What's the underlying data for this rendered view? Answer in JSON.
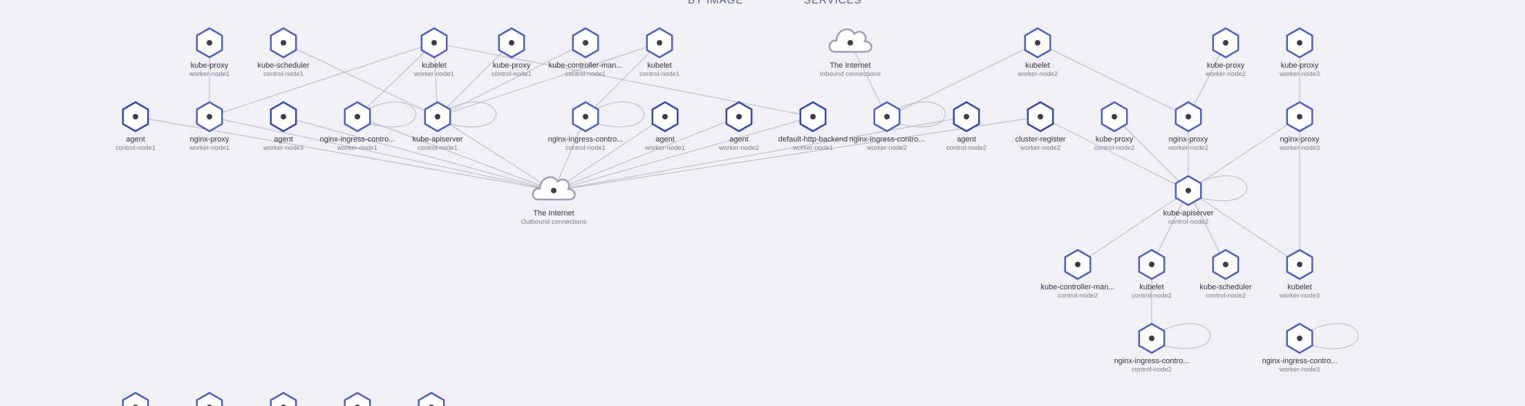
{
  "header": {
    "tab_image": "BY IMAGE",
    "tab_services": "SERVICES"
  },
  "nodes": [
    {
      "id": "kp1",
      "type": "hex",
      "name": "kube-proxy",
      "sub": "worker-node1"
    },
    {
      "id": "ks1",
      "type": "hex",
      "name": "kube-scheduler",
      "sub": "control-node1"
    },
    {
      "id": "kl_w1",
      "type": "hex",
      "name": "kubelet",
      "sub": "worker-node1"
    },
    {
      "id": "kp_c1",
      "type": "hex",
      "name": "kube-proxy",
      "sub": "control-node1"
    },
    {
      "id": "kcm1",
      "type": "hex",
      "name": "kube-controller-man...",
      "sub": "control-node1"
    },
    {
      "id": "kl_c1",
      "type": "hex",
      "name": "kubelet",
      "sub": "control-node1"
    },
    {
      "id": "inet_in",
      "type": "cloud",
      "name": "The Internet",
      "sub": "Inbound connections"
    },
    {
      "id": "kl_w2",
      "type": "hex",
      "name": "kubelet",
      "sub": "worker-node2"
    },
    {
      "id": "kp_w2",
      "type": "hex",
      "name": "kube-proxy",
      "sub": "worker-node2"
    },
    {
      "id": "kp_w3",
      "type": "hex",
      "name": "kube-proxy",
      "sub": "worker-node3"
    },
    {
      "id": "ag_c1",
      "type": "hex",
      "dark": true,
      "name": "agent",
      "sub": "control-node1"
    },
    {
      "id": "np_w1",
      "type": "hex",
      "name": "nginx-proxy",
      "sub": "worker-node1"
    },
    {
      "id": "ag_w3",
      "type": "hex",
      "dark": true,
      "name": "agent",
      "sub": "worker-node3"
    },
    {
      "id": "nic_w1",
      "type": "hex",
      "name": "nginx-ingress-contro...",
      "sub": "worker-node1"
    },
    {
      "id": "kas_c1",
      "type": "hex",
      "name": "kube-apiserver",
      "sub": "control-node1"
    },
    {
      "id": "nic_c1",
      "type": "hex",
      "name": "nginx-ingress-contro...",
      "sub": "control-node1"
    },
    {
      "id": "ag_w1",
      "type": "hex",
      "dark": true,
      "name": "agent",
      "sub": "worker-node1"
    },
    {
      "id": "ag_w2",
      "type": "hex",
      "dark": true,
      "name": "agent",
      "sub": "worker-node2"
    },
    {
      "id": "dhb_w1",
      "type": "hex",
      "dark": true,
      "name": "default-http-backend",
      "sub": "worker-node1"
    },
    {
      "id": "nic_w2",
      "type": "hex",
      "name": "nginx-ingress-contro...",
      "sub": "worker-node2"
    },
    {
      "id": "ag_c2",
      "type": "hex",
      "dark": true,
      "name": "agent",
      "sub": "control-node2"
    },
    {
      "id": "cr_w2",
      "type": "hex",
      "dark": true,
      "name": "cluster-register",
      "sub": "worker-node2"
    },
    {
      "id": "kp_c2",
      "type": "hex",
      "name": "kube-proxy",
      "sub": "control-node2"
    },
    {
      "id": "np_w2",
      "type": "hex",
      "name": "nginx-proxy",
      "sub": "worker-node2"
    },
    {
      "id": "np_w3",
      "type": "hex",
      "name": "nginx-proxy",
      "sub": "worker-node3"
    },
    {
      "id": "inet_out",
      "type": "cloud",
      "name": "The Internet",
      "sub": "Outbound connections"
    },
    {
      "id": "kas_c2",
      "type": "hex",
      "name": "kube-apiserver",
      "sub": "control-node2"
    },
    {
      "id": "kcm2",
      "type": "hex",
      "name": "kube-controller-man...",
      "sub": "control-node2"
    },
    {
      "id": "kl_c2",
      "type": "hex",
      "name": "kubelet",
      "sub": "control-node2"
    },
    {
      "id": "ks2",
      "type": "hex",
      "name": "kube-scheduler",
      "sub": "control-node2"
    },
    {
      "id": "kl_w3",
      "type": "hex",
      "name": "kubelet",
      "sub": "worker-node3"
    },
    {
      "id": "nic_c2",
      "type": "hex",
      "name": "nginx-ingress-contro...",
      "sub": "control-node2"
    },
    {
      "id": "nic_w3",
      "type": "hex",
      "name": "nginx-ingress-contro...",
      "sub": "worker-node3"
    },
    {
      "id": "b1",
      "type": "hex",
      "name": "",
      "sub": ""
    },
    {
      "id": "b2",
      "type": "hex",
      "name": "",
      "sub": ""
    },
    {
      "id": "b3",
      "type": "hex",
      "name": "",
      "sub": ""
    },
    {
      "id": "b4",
      "type": "hex",
      "name": "",
      "sub": ""
    },
    {
      "id": "b5",
      "type": "hex",
      "name": "",
      "sub": ""
    }
  ],
  "edges": [
    [
      "kp1",
      "np_w1"
    ],
    [
      "ks1",
      "kas_c1"
    ],
    [
      "kl_w1",
      "np_w1"
    ],
    [
      "kl_w1",
      "nic_w1"
    ],
    [
      "kl_w1",
      "kas_c1"
    ],
    [
      "kl_w1",
      "dhb_w1"
    ],
    [
      "kp_c1",
      "kas_c1"
    ],
    [
      "kcm1",
      "kas_c1"
    ],
    [
      "kl_c1",
      "kas_c1"
    ],
    [
      "kl_c1",
      "nic_c1"
    ],
    [
      "inet_in",
      "nic_w2"
    ],
    [
      "kl_w2",
      "nic_w2"
    ],
    [
      "kl_w2",
      "np_w2"
    ],
    [
      "kp_w2",
      "np_w2"
    ],
    [
      "kp_w3",
      "np_w3"
    ],
    [
      "ag_c1",
      "inet_out"
    ],
    [
      "np_w1",
      "inet_out"
    ],
    [
      "ag_w3",
      "inet_out"
    ],
    [
      "nic_w1",
      "inet_out"
    ],
    [
      "kas_c1",
      "inet_out"
    ],
    [
      "nic_c1",
      "inet_out"
    ],
    [
      "ag_w1",
      "inet_out"
    ],
    [
      "ag_w2",
      "inet_out"
    ],
    [
      "dhb_w1",
      "inet_out"
    ],
    [
      "ag_c2",
      "inet_out"
    ],
    [
      "cr_w2",
      "inet_out"
    ],
    [
      "cr_w2",
      "kas_c2"
    ],
    [
      "kp_c2",
      "kas_c2"
    ],
    [
      "np_w2",
      "kas_c2"
    ],
    [
      "np_w3",
      "kas_c2"
    ],
    [
      "np_w3",
      "kl_w3"
    ],
    [
      "kas_c2",
      "kcm2"
    ],
    [
      "kas_c2",
      "kl_c2"
    ],
    [
      "kas_c2",
      "ks2"
    ],
    [
      "kas_c2",
      "kl_w3"
    ],
    [
      "kl_c2",
      "nic_c2"
    ]
  ],
  "loops": [
    "nic_w1",
    "kas_c1",
    "nic_c1",
    "nic_w2",
    "kas_c2",
    "nic_c2",
    "nic_w3"
  ]
}
